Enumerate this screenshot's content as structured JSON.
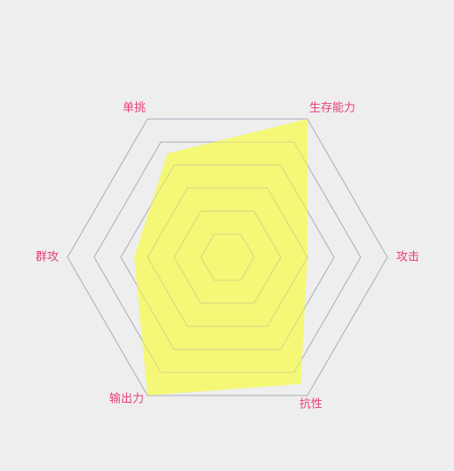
{
  "chart_data": {
    "type": "radar",
    "title": "",
    "indicators": [
      "生存能力",
      "攻击",
      "抗性",
      "输出力",
      "群攻",
      "单挑"
    ],
    "max": 6,
    "levels": 6,
    "series": [
      {
        "values": [
          6,
          3,
          5.5,
          6,
          3.5,
          4.5
        ]
      }
    ],
    "colors": {
      "background": "#eeeeee",
      "grid": "#a8a8e6",
      "area": "#f4f870",
      "label": "#e8407c"
    }
  }
}
